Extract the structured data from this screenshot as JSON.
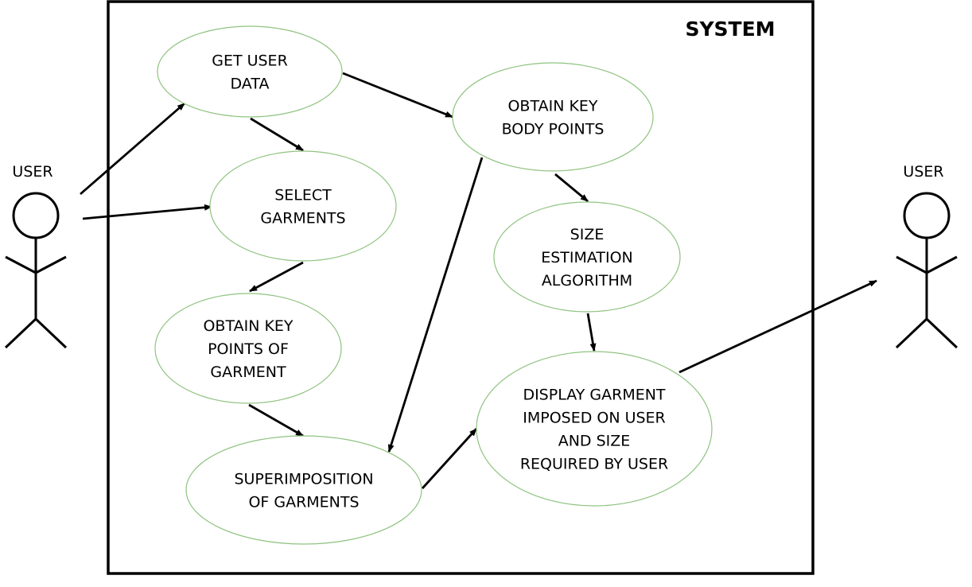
{
  "system": {
    "title": "SYSTEM"
  },
  "actors": [
    {
      "id": "user-left",
      "label": "USER"
    },
    {
      "id": "user-right",
      "label": "USER"
    }
  ],
  "use_cases": [
    {
      "id": "get-user-data",
      "lines": [
        "GET USER",
        "DATA"
      ]
    },
    {
      "id": "select-garments",
      "lines": [
        "SELECT",
        "GARMENTS"
      ]
    },
    {
      "id": "obtain-key-points-garment",
      "lines": [
        "OBTAIN KEY",
        "POINTS OF",
        "GARMENT"
      ]
    },
    {
      "id": "superimposition",
      "lines": [
        "SUPERIMPOSITION",
        "OF GARMENTS"
      ]
    },
    {
      "id": "obtain-key-body-points",
      "lines": [
        "OBTAIN KEY",
        "BODY POINTS"
      ]
    },
    {
      "id": "size-estimation",
      "lines": [
        "SIZE",
        "ESTIMATION",
        "ALGORITHM"
      ]
    },
    {
      "id": "display-garment",
      "lines": [
        "DISPLAY GARMENT",
        "IMPOSED ON USER",
        "AND SIZE",
        "REQUIRED BY USER"
      ]
    }
  ],
  "edges": [
    {
      "from": "user-left",
      "to": "get-user-data"
    },
    {
      "from": "user-left",
      "to": "select-garments"
    },
    {
      "from": "get-user-data",
      "to": "select-garments"
    },
    {
      "from": "get-user-data",
      "to": "obtain-key-body-points"
    },
    {
      "from": "select-garments",
      "to": "obtain-key-points-garment"
    },
    {
      "from": "obtain-key-points-garment",
      "to": "superimposition"
    },
    {
      "from": "obtain-key-body-points",
      "to": "superimposition"
    },
    {
      "from": "obtain-key-body-points",
      "to": "size-estimation"
    },
    {
      "from": "size-estimation",
      "to": "display-garment"
    },
    {
      "from": "superimposition",
      "to": "display-garment"
    },
    {
      "from": "display-garment",
      "to": "user-right"
    }
  ]
}
